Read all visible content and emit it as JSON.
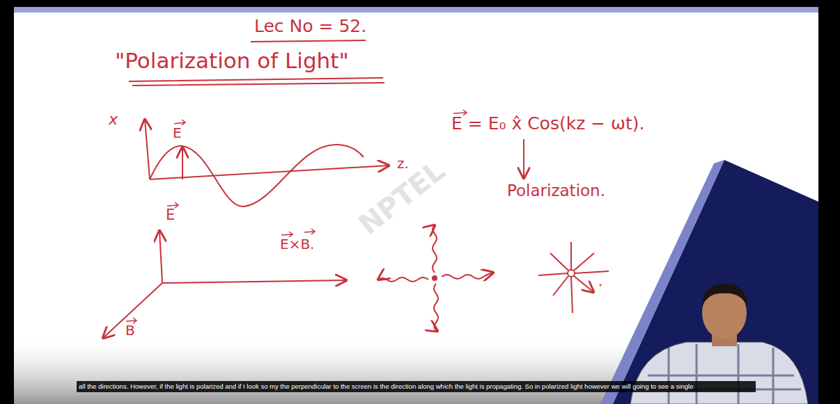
{
  "diagram": {
    "title": "\"Polarization of Light\"",
    "labels": [
      "Lec No = 52.",
      "x",
      "E",
      "z.",
      "E = E₀ x̂ Cos(kz − ωt).",
      "Polarization.",
      "E",
      "E×B.",
      "B",
      "NPTEL",
      "all the directions. However, if the light is polarized and if I look so my the perpendicular to the screen is the direction along which the light is propagating. So in polarized light however we will going to see a single"
    ]
  }
}
